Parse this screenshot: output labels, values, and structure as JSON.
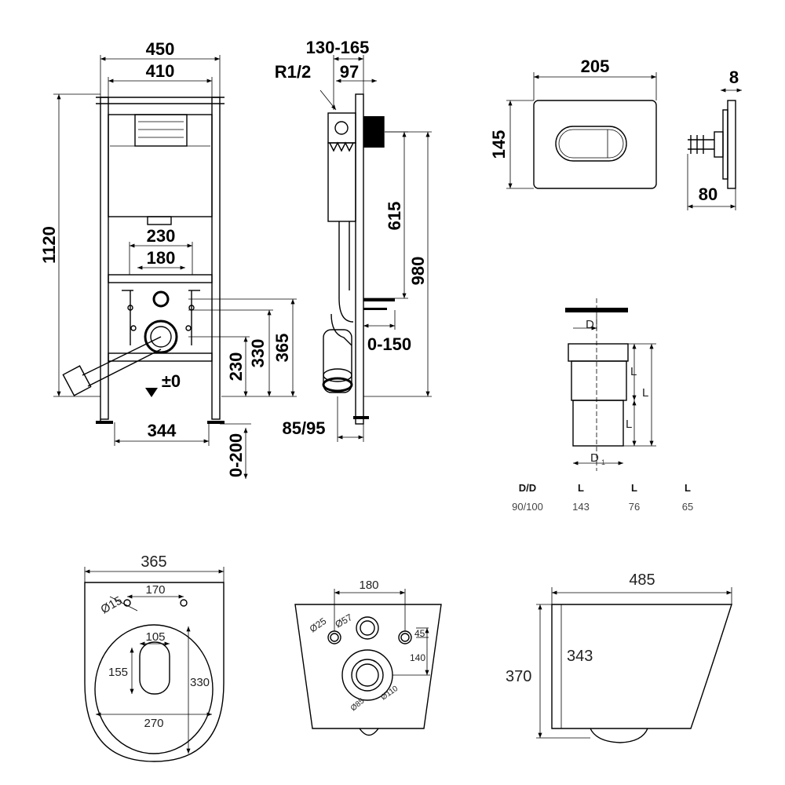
{
  "frame_front": {
    "width_outer": "450",
    "width_inner": "410",
    "height_total": "1120",
    "bolt_spacing_1": "230",
    "bolt_spacing_2": "180",
    "floor_level": "±0",
    "feet_spacing": "344",
    "feet_adjust": "0-200",
    "pipe_height_1": "230",
    "pipe_height_2": "330",
    "pipe_height_3": "365"
  },
  "frame_side": {
    "depth": "130-165",
    "thread": "R1/2",
    "depth_inner": "97",
    "height_button": "615",
    "height_980": "980",
    "wall_adjust": "0-150",
    "foot_depth": "85/95"
  },
  "button": {
    "width": "205",
    "height": "145",
    "thickness": "8",
    "depth": "80"
  },
  "pipe": {
    "label_d": "D",
    "label_d1": "D",
    "label_l": "L",
    "label_l1": "L",
    "label_l2": "L",
    "table_headers": [
      "D/D",
      "L",
      "L",
      "L"
    ],
    "table_values": [
      "90/100",
      "143",
      "76",
      "65"
    ]
  },
  "bowl_top": {
    "width": "365",
    "bolt_spacing": "170",
    "bolt_diameter": "Ø15",
    "seat_width": "105",
    "seat_length": "155",
    "length": "330",
    "inner_width": "270"
  },
  "bowl_back": {
    "spacing": "180",
    "hole_small": "Ø25",
    "hole_mid": "Ø57",
    "offset_45": "45",
    "offset_140": "140",
    "outlet_outer": "Ø85",
    "outlet_inner": "Ø110"
  },
  "bowl_side": {
    "length": "485",
    "height": "370",
    "inner_height": "343"
  }
}
